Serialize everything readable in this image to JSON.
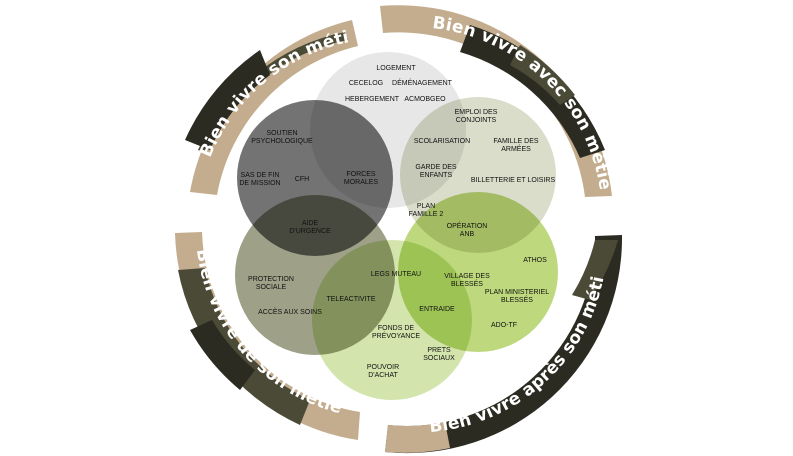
{
  "ring_labels": {
    "top_left": "Bien vivre son métier",
    "top_right": "Bien vivre avec son métier",
    "bottom_left": "Bien vivre de son métier",
    "bottom_right": "Bien vivre après son métier"
  },
  "colors": {
    "camo_dark": "#2b2b22",
    "camo_olive": "#4a4a36",
    "camo_tan": "#c3ad8e",
    "circle_top": "#e6e6e6",
    "circle_left": "#6b6b6b",
    "circle_right": "#d9dcc8",
    "circle_bottom_left": "#93977b",
    "circle_bottom_right": "#b7d56f",
    "circle_bottom": "#cfe2a4"
  },
  "labels": {
    "logement": "LOGEMENT",
    "cecelog": "CECELOG",
    "demenagement": "DÉMÉNAGEMENT",
    "hebergement": "HEBERGEMENT",
    "acmobgeo": "ACMOBGEO",
    "emploi_l1": "EMPLOI DES",
    "emploi_l2": "CONJOINTS",
    "soutien_l1": "SOUTIEN",
    "soutien_l2": "PSYCHOLOGIQUE",
    "scolarisation": "SCOLARISATION",
    "famille_l1": "FAMILLE DES",
    "famille_l2": "ARMÉES",
    "garde_l1": "GARDE DES",
    "garde_l2": "ENFANTS",
    "forces_l1": "FORCES",
    "forces_l2": "MORALES",
    "sas_l1": "SAS DE FIN",
    "sas_l2": "DE MISSION",
    "cfh": "CFH",
    "billetterie": "BILLETTERIE ET LOISIRS",
    "plan_famille_l1": "PLAN",
    "plan_famille_l2": "FAMILLE 2",
    "aide_l1": "AIDE",
    "aide_l2": "D'URGENCE",
    "operation_l1": "OPÉRATION",
    "operation_l2": "ANB",
    "athos": "ATHOS",
    "legs": "LEGS MUTEAU",
    "village_l1": "VILLAGE DES",
    "village_l2": "BLESSÉS",
    "protection_l1": "PROTECTION",
    "protection_l2": "SOCIALE",
    "plan_min_l1": "PLAN MINISTERIEL",
    "plan_min_l2": "BLESSÉS",
    "teleactivite": "TELEACTIVITE",
    "entraide": "ENTRAIDE",
    "acces_soins": "ACCÈS AUX SOINS",
    "ado_tf": "ADO-TF",
    "fonds_l1": "FONDS DE",
    "fonds_l2": "PRÉVOYANCE",
    "prets_l1": "PRETS",
    "prets_l2": "SOCIAUX",
    "pouvoir_l1": "POUVOIR",
    "pouvoir_l2": "D'ACHAT"
  }
}
